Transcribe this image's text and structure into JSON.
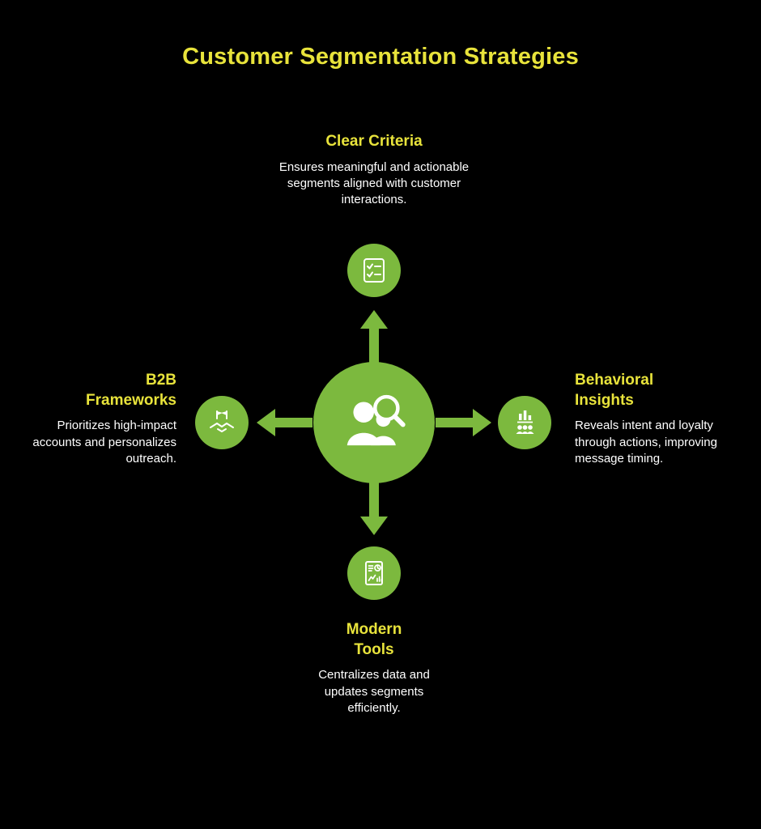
{
  "title": "Customer Segmentation Strategies",
  "colors": {
    "background": "#000000",
    "green": "#7cb93e",
    "yellow": "#e8e33b",
    "text": "#ffffff"
  },
  "center": {
    "icon": "customer-search-icon"
  },
  "nodes": {
    "top": {
      "heading": "Clear Criteria",
      "description": "Ensures meaningful and actionable segments aligned with customer interactions.",
      "icon": "checklist-icon"
    },
    "left": {
      "heading": "B2B Frameworks",
      "description": "Prioritizes high-impact accounts and personalizes outreach.",
      "icon": "handshake-flags-icon"
    },
    "right": {
      "heading": "Behavioral Insights",
      "description": "Reveals intent and loyalty through actions, improving message timing.",
      "icon": "audience-analytics-icon"
    },
    "bottom": {
      "heading": "Modern Tools",
      "description": "Centralizes data and updates segments efficiently.",
      "icon": "report-dashboard-icon"
    }
  }
}
